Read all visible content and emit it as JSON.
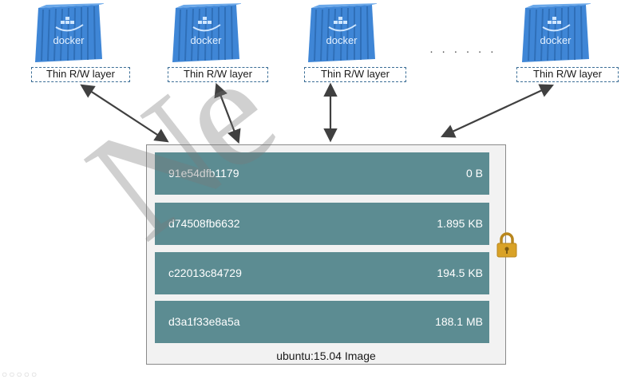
{
  "containers": [
    {
      "logo_text": "docker",
      "layer_label": "Thin R/W layer"
    },
    {
      "logo_text": "docker",
      "layer_label": "Thin R/W layer"
    },
    {
      "logo_text": "docker",
      "layer_label": "Thin R/W layer"
    },
    {
      "logo_text": "docker",
      "layer_label": "Thin R/W layer"
    }
  ],
  "ellipsis": "· · · · · ·",
  "image": {
    "caption": "ubuntu:15.04 Image",
    "layers": [
      {
        "id": "91e54dfb1179",
        "size": "0 B"
      },
      {
        "id": "d74508fb6632",
        "size": "1.895 KB"
      },
      {
        "id": "c22013c84729",
        "size": "194.5 KB"
      },
      {
        "id": "d3a1f33e8a5a",
        "size": "188.1 MB"
      }
    ]
  },
  "watermark": "Ne",
  "colors": {
    "container_blue": "#4a90d9",
    "layer_teal": "#5c8c92",
    "lock_gold": "#d9a227",
    "label_border": "#3b6e96"
  },
  "icons": [
    "docker-container-icon",
    "lock-icon"
  ]
}
